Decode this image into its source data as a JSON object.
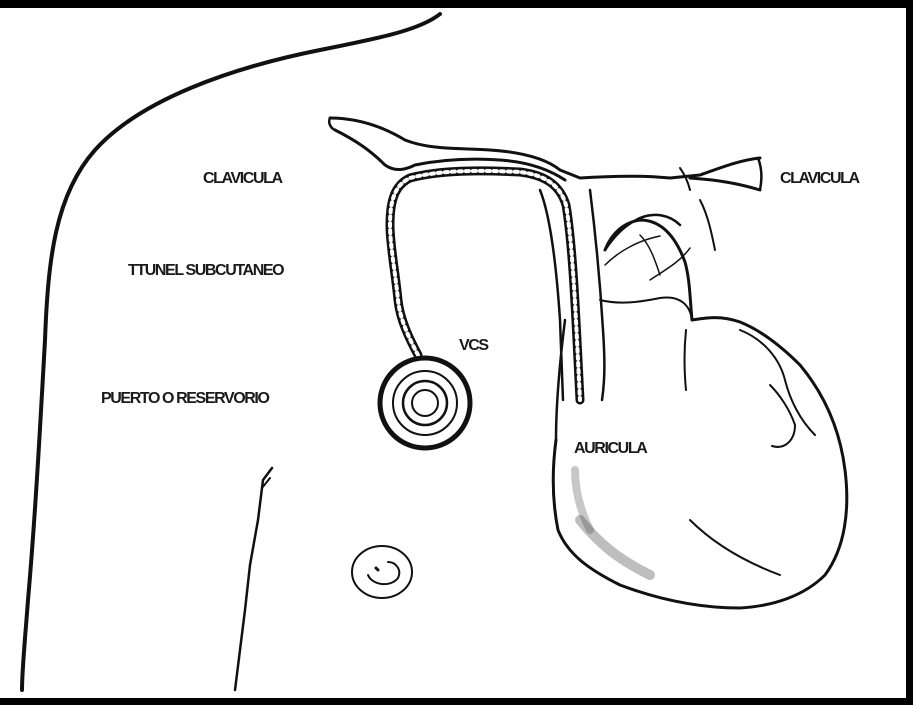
{
  "figure": {
    "labels": {
      "clavicle_left": "CLAVICULA",
      "clavicle_right": "CLAVICULA",
      "tunnel": "TTUNEL SUBCUTANEO",
      "vcs": "VCS",
      "port": "PUERTO O RESERVORIO",
      "auricle": "AURICULA"
    }
  }
}
